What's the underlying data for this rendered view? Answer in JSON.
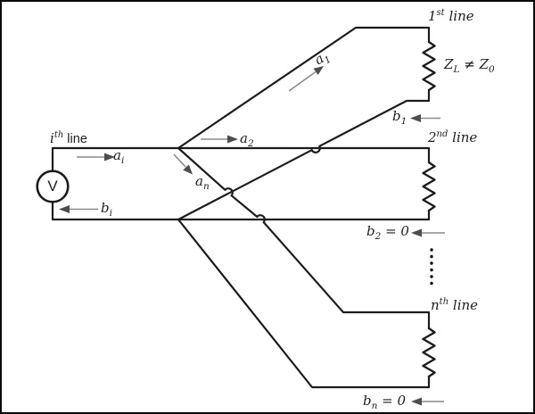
{
  "diagram": {
    "source": {
      "label": "V"
    },
    "line_names": {
      "ith": {
        "num": "i",
        "ord": "th",
        "word": " line"
      },
      "first": {
        "num": "1",
        "ord": "st",
        "word": " line"
      },
      "second": {
        "num": "2",
        "ord": "nd",
        "word": " line"
      },
      "nth": {
        "num": "n",
        "ord": "th",
        "word": " line"
      }
    },
    "waves": {
      "a_i": {
        "base": "a",
        "sub": "i"
      },
      "b_i": {
        "base": "b",
        "sub": "i"
      },
      "a_1": {
        "base": "a",
        "sub": "1"
      },
      "a_2": {
        "base": "a",
        "sub": "2"
      },
      "a_n": {
        "base": "a",
        "sub": "n"
      },
      "b_1": {
        "base": "b",
        "sub": "1"
      },
      "b_2": {
        "base": "b",
        "sub": "2",
        "eq": " = 0"
      },
      "b_n": {
        "base": "b",
        "sub": "n",
        "eq": " = 0"
      }
    },
    "impedance": {
      "z": "Z",
      "z_sub": "L",
      "relation": "≠",
      "z0": "Z",
      "z0_sub": "0"
    },
    "colors": {
      "wire": "#1c1c1c",
      "arrow_shaft": "#8a8a8a",
      "arrow_head": "#4d4d4d",
      "text": "#1f1f1f",
      "background": "#ffffff",
      "frame": "#0a0a0a"
    }
  }
}
